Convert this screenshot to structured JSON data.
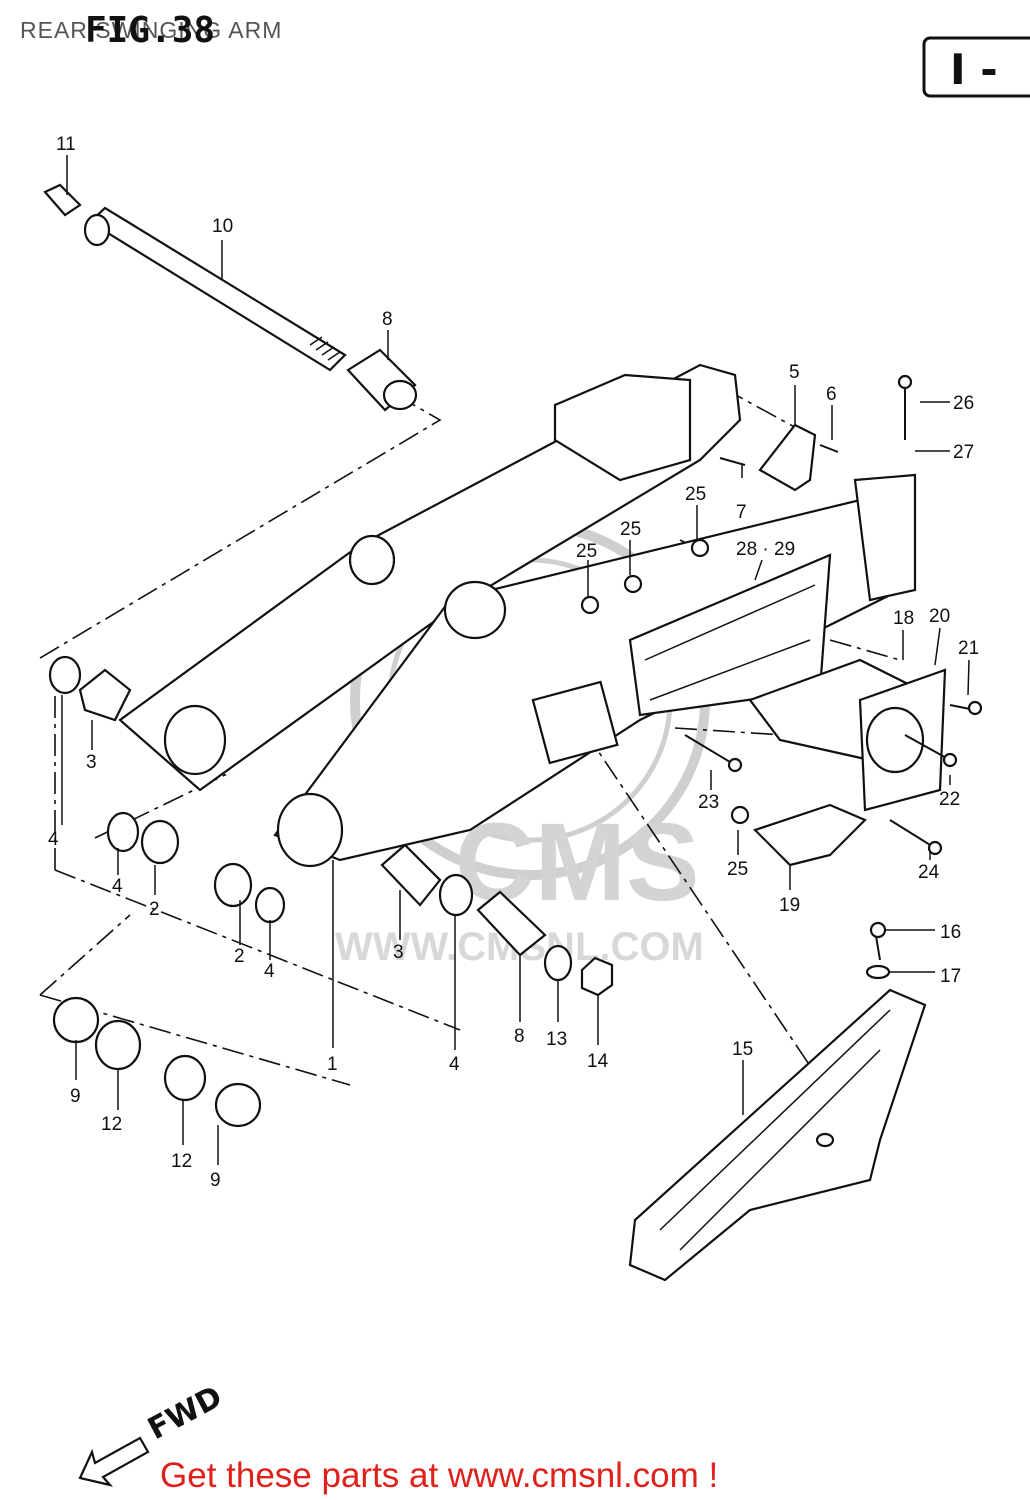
{
  "header": {
    "title": "REAR SWINGING ARM",
    "fig_label": "FIG.38",
    "corner_box": "I -"
  },
  "watermark": {
    "brand": "CMS",
    "url": "WWW.CMSNL.COM"
  },
  "direction": {
    "label": "FWD"
  },
  "footer": {
    "cta": "Get these parts at www.cmsnl.com !"
  },
  "callouts": {
    "c1": "1",
    "c2a": "2",
    "c2b": "2",
    "c3a": "3",
    "c3b": "3",
    "c4a": "4",
    "c4b": "4",
    "c4c": "4",
    "c4d": "4",
    "c5": "5",
    "c6": "6",
    "c7": "7",
    "c8a": "8",
    "c8b": "8",
    "c9a": "9",
    "c9b": "9",
    "c10": "10",
    "c11": "11",
    "c12a": "12",
    "c12b": "12",
    "c13": "13",
    "c14": "14",
    "c15": "15",
    "c16": "16",
    "c17": "17",
    "c18": "18",
    "c19": "19",
    "c20": "20",
    "c21": "21",
    "c22": "22",
    "c23": "23",
    "c24": "24",
    "c25a": "25",
    "c25b": "25",
    "c25c": "25",
    "c25d": "25",
    "c26": "26",
    "c27": "27",
    "c2829": "28 · 29"
  },
  "colors": {
    "line": "#111111",
    "footer_text": "#e0201b",
    "watermark": "#cfcfcf"
  }
}
